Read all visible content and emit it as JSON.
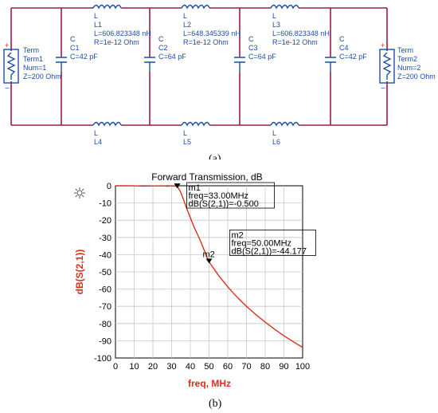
{
  "circuit": {
    "term1": {
      "line1": "Term",
      "line2": "Term1",
      "line3": "Num=1",
      "line4": "Z=200 Ohm"
    },
    "term2": {
      "line1": "Term",
      "line2": "Term2",
      "line3": "Num=2",
      "line4": "Z=200 Ohm"
    },
    "c1": {
      "type": "C",
      "name": "C1",
      "value": "C=42 pF"
    },
    "c2": {
      "type": "C",
      "name": "C2",
      "value": "C=64 pF"
    },
    "c3": {
      "type": "C",
      "name": "C3",
      "value": "C=64 pF"
    },
    "c4": {
      "type": "C",
      "name": "C4",
      "value": "C=42 pF"
    },
    "l1": {
      "type": "L",
      "name": "L1",
      "value": "L=606.823348 nH",
      "res": "R=1e-12 Ohm"
    },
    "l2": {
      "type": "L",
      "name": "L2",
      "value": "L=648.345339 nH",
      "res": "R=1e-12 Ohm"
    },
    "l3": {
      "type": "L",
      "name": "L3",
      "value": "L=606.823348 nH",
      "res": "R=1e-12 Ohm"
    },
    "l4": {
      "type": "L",
      "name": "L4"
    },
    "l5": {
      "type": "L",
      "name": "L5"
    },
    "l6": {
      "type": "L",
      "name": "L6"
    },
    "caption": "(a)",
    "colors": {
      "wire": "#9b1d4a",
      "component": "#1c4ea8"
    }
  },
  "chart_data": {
    "type": "line",
    "title": "Forward Transmission, dB",
    "xlabel": "freq, MHz",
    "ylabel": "dB(S(2,1))",
    "xlim": [
      0,
      100
    ],
    "ylim": [
      -100,
      0
    ],
    "xticks": [
      0,
      10,
      20,
      30,
      40,
      50,
      60,
      70,
      80,
      90,
      100
    ],
    "yticks": [
      0,
      -10,
      -20,
      -30,
      -40,
      -50,
      -60,
      -70,
      -80,
      -90,
      -100
    ],
    "grid": true,
    "series": [
      {
        "color": "#d7301f",
        "x": [
          0,
          5,
          10,
          15,
          20,
          25,
          28,
          30,
          31,
          32,
          33,
          34,
          35,
          36,
          38,
          40,
          42,
          45,
          48,
          50,
          55,
          60,
          65,
          70,
          75,
          80,
          85,
          90,
          95,
          100
        ],
        "y": [
          0,
          0,
          -0.05,
          -0.2,
          -0.1,
          -0.05,
          -0.3,
          0,
          -0.1,
          -0.25,
          -0.5,
          -2,
          -4.2,
          -7,
          -13,
          -18.5,
          -24,
          -31,
          -39,
          -44.18,
          -52,
          -58.7,
          -64.7,
          -70,
          -74.8,
          -79.2,
          -83.3,
          -87.1,
          -90.6,
          -93.8
        ]
      }
    ],
    "markers": [
      {
        "name": "m1",
        "label": "m1",
        "freq_line": "freq=33.00MHz",
        "value_line": "dB(S(2,1))=-0.500",
        "x": 33,
        "y": -0.5
      },
      {
        "name": "m2",
        "label": "m2",
        "freq_line": "freq=50.00MHz",
        "value_line": "dB(S(2,1))=-44.177",
        "x": 50,
        "y": -44.177
      }
    ],
    "caption": "(b)"
  }
}
